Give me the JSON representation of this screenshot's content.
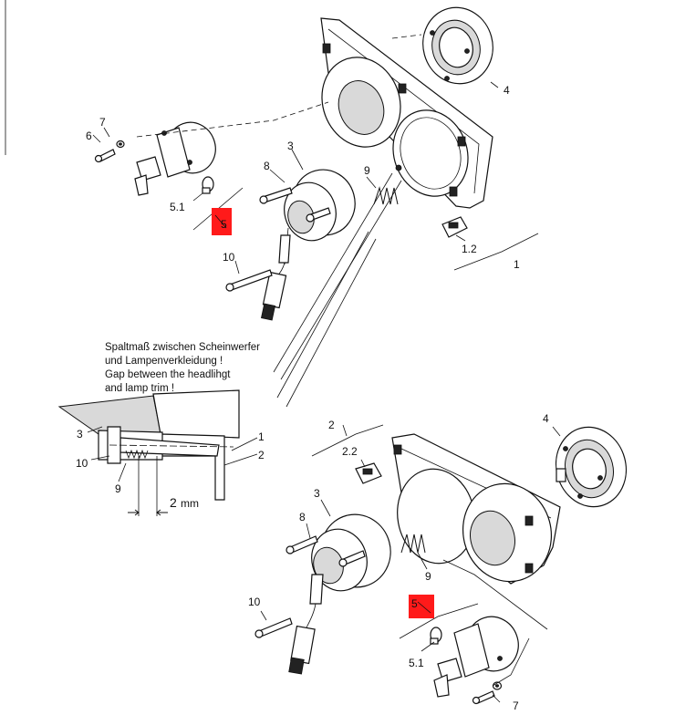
{
  "diagram": {
    "note_lines": [
      "Spaltmaß zwischen Scheinwerfer",
      "und Lampenverkleidung !",
      "Gap between the headlihgt",
      "and lamp trim !"
    ],
    "gap_dimension": "2",
    "gap_unit": "mm",
    "highlight_color": "#ff1a1a",
    "top_labels": {
      "p1": "1",
      "p1_2": "1.2",
      "p3": "3",
      "p4": "4",
      "p5": "5",
      "p5_1": "5.1",
      "p6": "6",
      "p7": "7",
      "p8": "8",
      "p9": "9",
      "p10": "10"
    },
    "detail_labels": {
      "p1": "1",
      "p2": "2",
      "p3": "3",
      "p9": "9",
      "p10": "10"
    },
    "bottom_labels": {
      "p2": "2",
      "p2_2": "2.2",
      "p3": "3",
      "p4": "4",
      "p5": "5",
      "p5_1": "5.1",
      "p7": "7",
      "p8": "8",
      "p9": "9",
      "p10": "10"
    }
  }
}
